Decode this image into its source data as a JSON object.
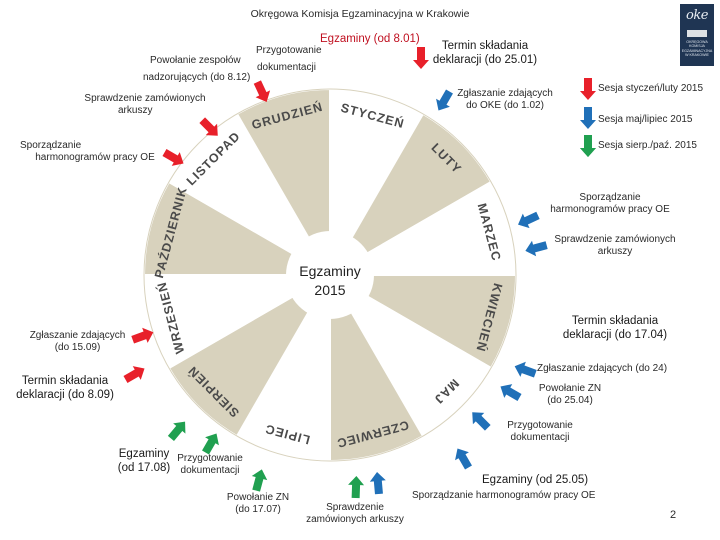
{
  "header": {
    "title": "Okręgowa Komisja Egzaminacyjna w Krakowie"
  },
  "logo": {
    "mark": "oke",
    "lines": [
      "OKRĘGOWA",
      "KOMISJA",
      "EGZAMINACYJNA",
      "W KRAKOWIE"
    ],
    "color": "#1f3553"
  },
  "center": {
    "line1": "Egzaminy",
    "line2": "2015"
  },
  "months": [
    "STYCZEŃ",
    "LUTY",
    "MARZEC",
    "KWIECIEŃ",
    "MAJ",
    "CZERWIEC",
    "LIPIEC",
    "SIERPIEŃ",
    "WRZESIEŃ",
    "PAŹDZIERNIK",
    "LISTOPAD",
    "GRUDZIEŃ"
  ],
  "legend": [
    {
      "label": "Sesja styczeń/luty 2015",
      "color": "#e8202a"
    },
    {
      "label": "Sesja maj/lipiec 2015",
      "color": "#2070b8"
    },
    {
      "label": "Sesja sierp./paź. 2015",
      "color": "#20a050"
    }
  ],
  "labels": {
    "egz_0801": "Egzaminy (od 8.01)",
    "termin_2501_1": "Termin składania",
    "termin_2501_2": "deklaracji (do 25.01)",
    "przygotowanie_dok_1": "Przygotowanie",
    "powolanie_zesp": "Powołanie zespołów",
    "przygotowanie_dok_2": "dokumentacji",
    "nadzorujacych": "nadzorujących (do 8.12)",
    "sprawdzenie_1": "Sprawdzenie zamówionych",
    "sprawdzenie_2": "arkuszy",
    "zglaszanie_0102_1": "Zgłaszanie zdających",
    "zglaszanie_0102_2": "do OKE (do 1.02)",
    "sporz_oe_1": "Sporządzanie",
    "sporz_oe_2": "harmonogramów pracy OE",
    "sporz_r_1": "Sporządzanie",
    "sporz_r_2": "harmonogramów pracy OE",
    "sprawdz_r_1": "Sprawdzenie zamówionych",
    "sprawdz_r_2": "arkuszy",
    "zgl_1509_1": "Zgłaszanie zdających",
    "zgl_1509_2": "(do 15.09)",
    "termin_1704_1": "Termin składania",
    "termin_1704_2": "deklaracji (do 17.04)",
    "zgl_24": "Zgłaszanie zdających (do 24)",
    "termin_0809_1": "Termin składania",
    "termin_0809_2": "deklaracji (do 8.09)",
    "powolanie_zn_1": "Powołanie ZN",
    "powolanie_zn_2": "(do 25.04)",
    "przyg_dok_r_1": "Przygotowanie",
    "przyg_dok_r_2": "dokumentacji",
    "egz_1708_1": "Egzaminy",
    "egz_1708_2": "(od 17.08)",
    "przyg_1708_1": "Przygotowanie",
    "przyg_1708_2": "dokumentacji",
    "egz_2505": "Egzaminy (od 25.05)",
    "powolanie_1707_1": "Powołanie ZN",
    "powolanie_1707_2": "(do 17.07)",
    "sprawdz_b_1": "Sprawdzenie",
    "sprawdz_b_2": "zamówionych arkuszy",
    "sporz_b": "Sporządzanie harmonogramów pracy OE"
  },
  "page_number": "2"
}
